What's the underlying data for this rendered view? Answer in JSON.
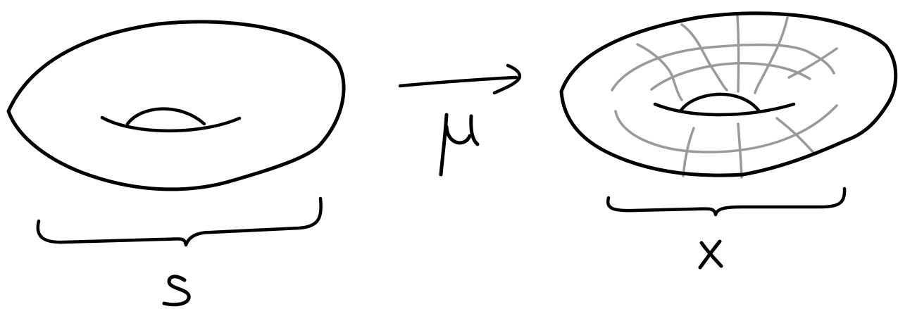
{
  "diagram": {
    "source_label": "S",
    "map_label": "μ",
    "target_label": "X",
    "colors": {
      "ink": "#000000",
      "grid": "#9a9a9a",
      "background": "#ffffff"
    }
  }
}
